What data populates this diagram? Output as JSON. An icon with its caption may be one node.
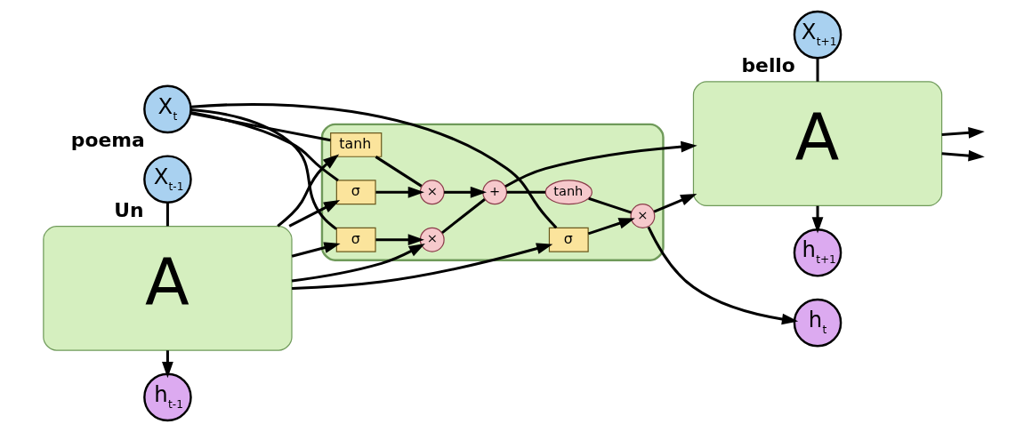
{
  "diagram": {
    "nodes": [
      {
        "text": [
          "A"
        ]
      },
      {
        "text": [],
        "shape": "box"
      },
      {
        "text": [
          "×"
        ],
        "in": 1
      },
      {
        "text": [
          "+"
        ],
        "in": 1
      },
      {
        "text": [
          "×"
        ],
        "in": 1
      },
      {
        "text": [
          "tanh"
        ],
        "in": 1
      },
      {
        "text": [
          "×"
        ],
        "in": 1
      },
      {
        "text": [
          "σ"
        ],
        "in": 1
      },
      {
        "text": [
          "σ"
        ],
        "in": 1
      },
      {
        "text": [
          "tanh"
        ],
        "in": 1
      },
      {
        "text": [
          "σ"
        ],
        "in": 1
      },
      {
        "text": [
          "A"
        ]
      },
      {
        "text": [
          "h$_{t-1}$"
        ]
      },
      {
        "text": [
          "h$_{t}$"
        ]
      },
      {
        "text": [
          "h$_{t+1}$"
        ]
      },
      {
        "text": [
          "X$_{t-1}$"
        ],
        "beside": [
          "Un"
        ]
      },
      {
        "text": [
          "X$_{t}$"
        ],
        "beside": [
          "poema"
        ]
      },
      {
        "text": [
          "X$_{t+1}$"
        ],
        "beside": [
          "bello"
        ]
      }
    ],
    "edges": [
      {
        "from": 15,
        "to": 0,
        "arrow": "none"
      },
      {
        "from": 0,
        "to": 12,
        "arrow": "to"
      },
      {
        "from": 0,
        "to": 2,
        "arrow": "to"
      },
      {
        "from": 0,
        "to": 7,
        "arrow": "to"
      },
      {
        "from": 0,
        "to": 8,
        "arrow": "to"
      },
      {
        "from": 0,
        "to": 9,
        "arrow": "to"
      },
      {
        "from": 0,
        "to": 10,
        "arrow": "to"
      },
      {
        "from": 16,
        "to": 7,
        "arrow": "none"
      },
      {
        "from": 16,
        "to": 8,
        "arrow": "none"
      },
      {
        "from": 16,
        "to": 9,
        "arrow": "none"
      },
      {
        "from": 16,
        "to": 10,
        "arrow": "none"
      },
      {
        "from": 7,
        "to": 2,
        "arrow": "to"
      },
      {
        "from": 8,
        "to": 4,
        "arrow": "to"
      },
      {
        "from": 9,
        "to": 4,
        "arrow": "none"
      },
      {
        "from": 4,
        "to": 3,
        "arrow": "to"
      },
      {
        "from": 2,
        "to": 3,
        "arrow": "none"
      },
      {
        "from": 10,
        "to": 6,
        "arrow": "to"
      },
      {
        "from": 3,
        "to": 5,
        "arrow": "none"
      },
      {
        "from": 5,
        "to": 6,
        "arrow": "none"
      },
      {
        "from": 6,
        "to": 13,
        "arrow": "to"
      },
      {
        "from": 3,
        "to": 11,
        "arrow": "to"
      },
      {
        "from": 6,
        "to": 11,
        "arrow": "to"
      },
      {
        "from": 17,
        "to": 11,
        "arrow": "none"
      },
      {
        "from": 11,
        "to": 14,
        "arrow": "to"
      },
      {
        "from": 11,
        "to": null,
        "arrow": "to"
      },
      {
        "from": 11,
        "to": null,
        "arrow": "to"
      }
    ]
  }
}
